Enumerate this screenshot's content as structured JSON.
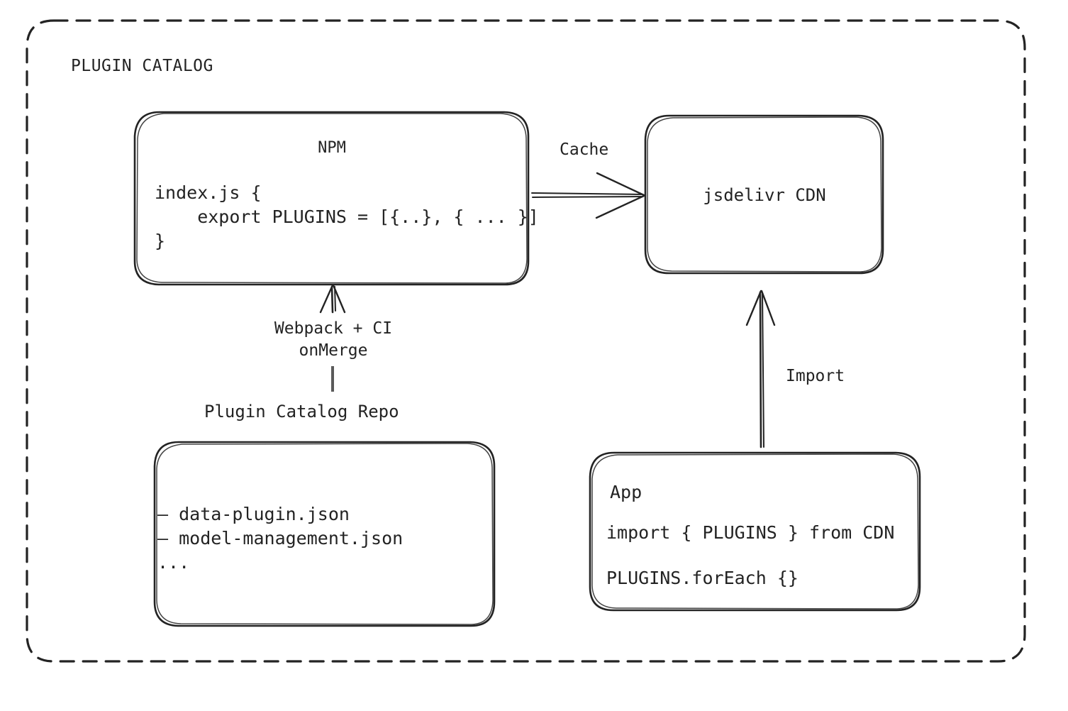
{
  "diagram": {
    "frame_title": "PLUGIN CATALOG",
    "stroke_color": "#232323",
    "background_color": "#ffffff"
  },
  "npm_box": {
    "title": "NPM",
    "code": "index.js {\n    export PLUGINS = [{..}, { ... }]\n}"
  },
  "cdn_box": {
    "title": "jsdelivr CDN"
  },
  "repo_box": {
    "caption": "Plugin Catalog Repo",
    "items": "– data-plugin.json\n– model-management.json\n..."
  },
  "app_box": {
    "title": "App",
    "line1": "import { PLUGINS } from CDN",
    "line2": "PLUGINS.forEach {}"
  },
  "arrows": {
    "cache_label": "Cache",
    "import_label": "Import",
    "build_label": "Webpack + CI\nonMerge"
  }
}
